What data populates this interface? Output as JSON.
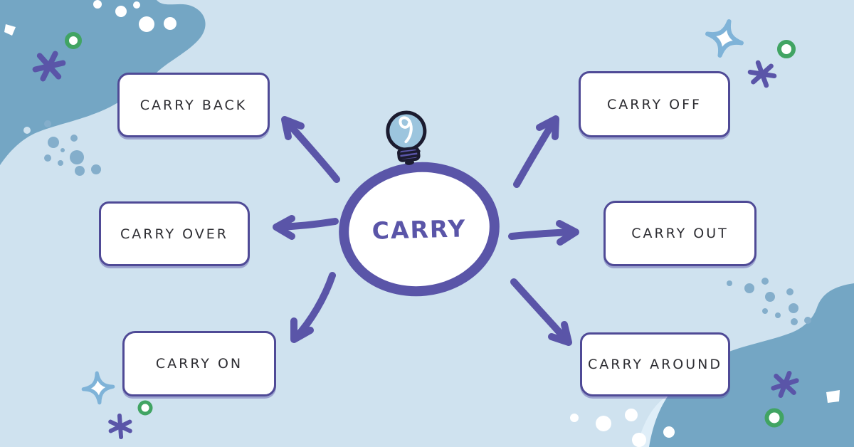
{
  "center": {
    "label": "CARRY",
    "icon": "lightbulb-icon"
  },
  "nodes": [
    {
      "label": "CARRY BACK",
      "position": "top-left"
    },
    {
      "label": "CARRY OVER",
      "position": "middle-left"
    },
    {
      "label": "CARRY ON",
      "position": "bottom-left"
    },
    {
      "label": "CARRY OFF",
      "position": "top-right"
    },
    {
      "label": "CARRY OUT",
      "position": "middle-right"
    },
    {
      "label": "CARRY AROUND",
      "position": "bottom-right"
    }
  ],
  "decorations": {
    "corner_blobs": [
      "top-left",
      "bottom-right"
    ],
    "icons": [
      "lightbulb-icon",
      "sparkle-icon",
      "asterisk-icon",
      "ring-icon",
      "diamond-icon"
    ]
  },
  "colors": {
    "background": "#cfe2ef",
    "blob_blue": "#74a6c4",
    "dot_blue": "#84aecb",
    "purple": "#5a55a8",
    "border_purple": "#4f4a96",
    "green": "#41a463",
    "sparkle_blue": "#7fb3d8",
    "bulb_blue": "#9cc5de",
    "ink": "#1b1b2f",
    "text_dark": "#2e2e33",
    "light_wedge": "#dfeef8",
    "white": "#ffffff"
  }
}
